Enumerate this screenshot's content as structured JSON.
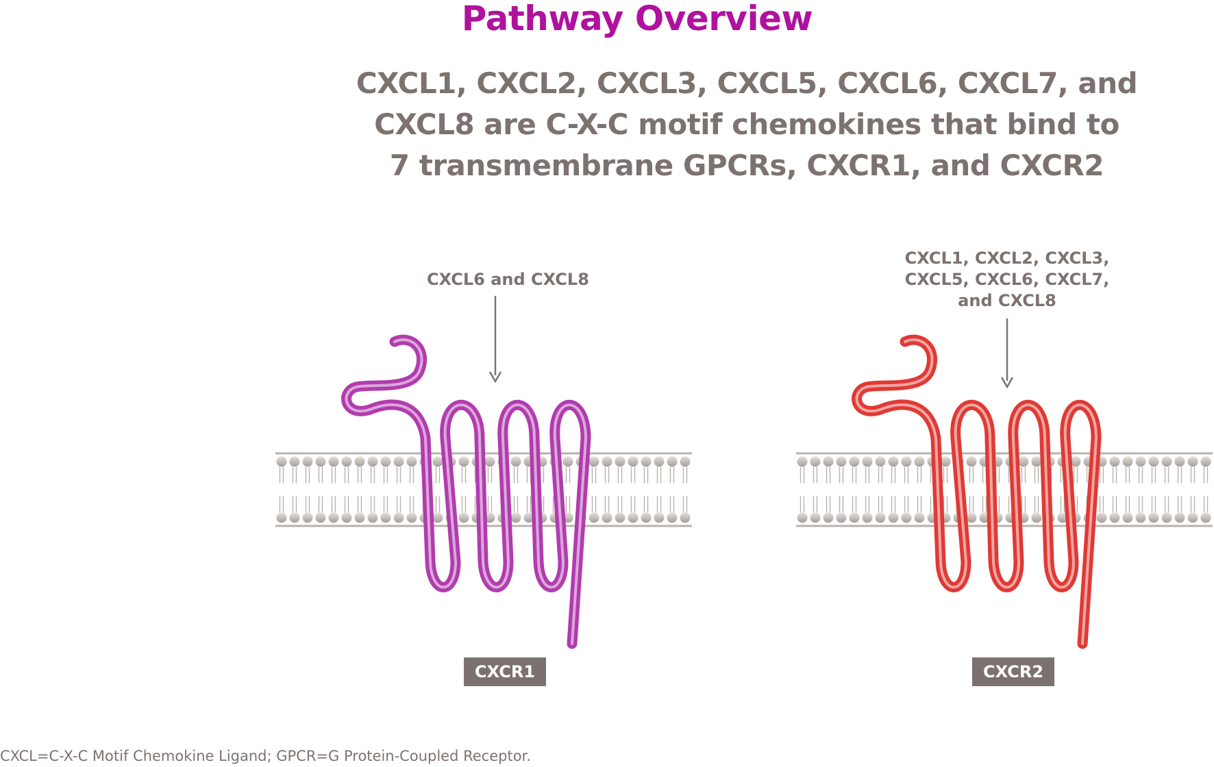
{
  "title": "Pathway Overview",
  "subtitle_lines": [
    "CXCL1, CXCL2, CXCL3, CXCL5, CXCL6, CXCL7, and",
    "CXCL8 are C-X-C motif chemokines that bind to",
    "7 transmembrane GPCRs, CXCR1, and CXCR2"
  ],
  "receptors": [
    {
      "name": "CXCR1",
      "ligands": [
        "CXCL6 and CXCL8"
      ],
      "color": "#b13cae"
    },
    {
      "name": "CXCR2",
      "ligands": [
        "CXCL1, CXCL2, CXCL3,",
        "CXCL5, CXCL6, CXCL7,",
        "and CXCL8"
      ],
      "color": "#df3a35"
    }
  ],
  "membrane_color": "#b8b2ad",
  "footnote": "CXCL=C-X-C Motif Chemokine Ligand; GPCR=G Protein-Coupled Receptor."
}
